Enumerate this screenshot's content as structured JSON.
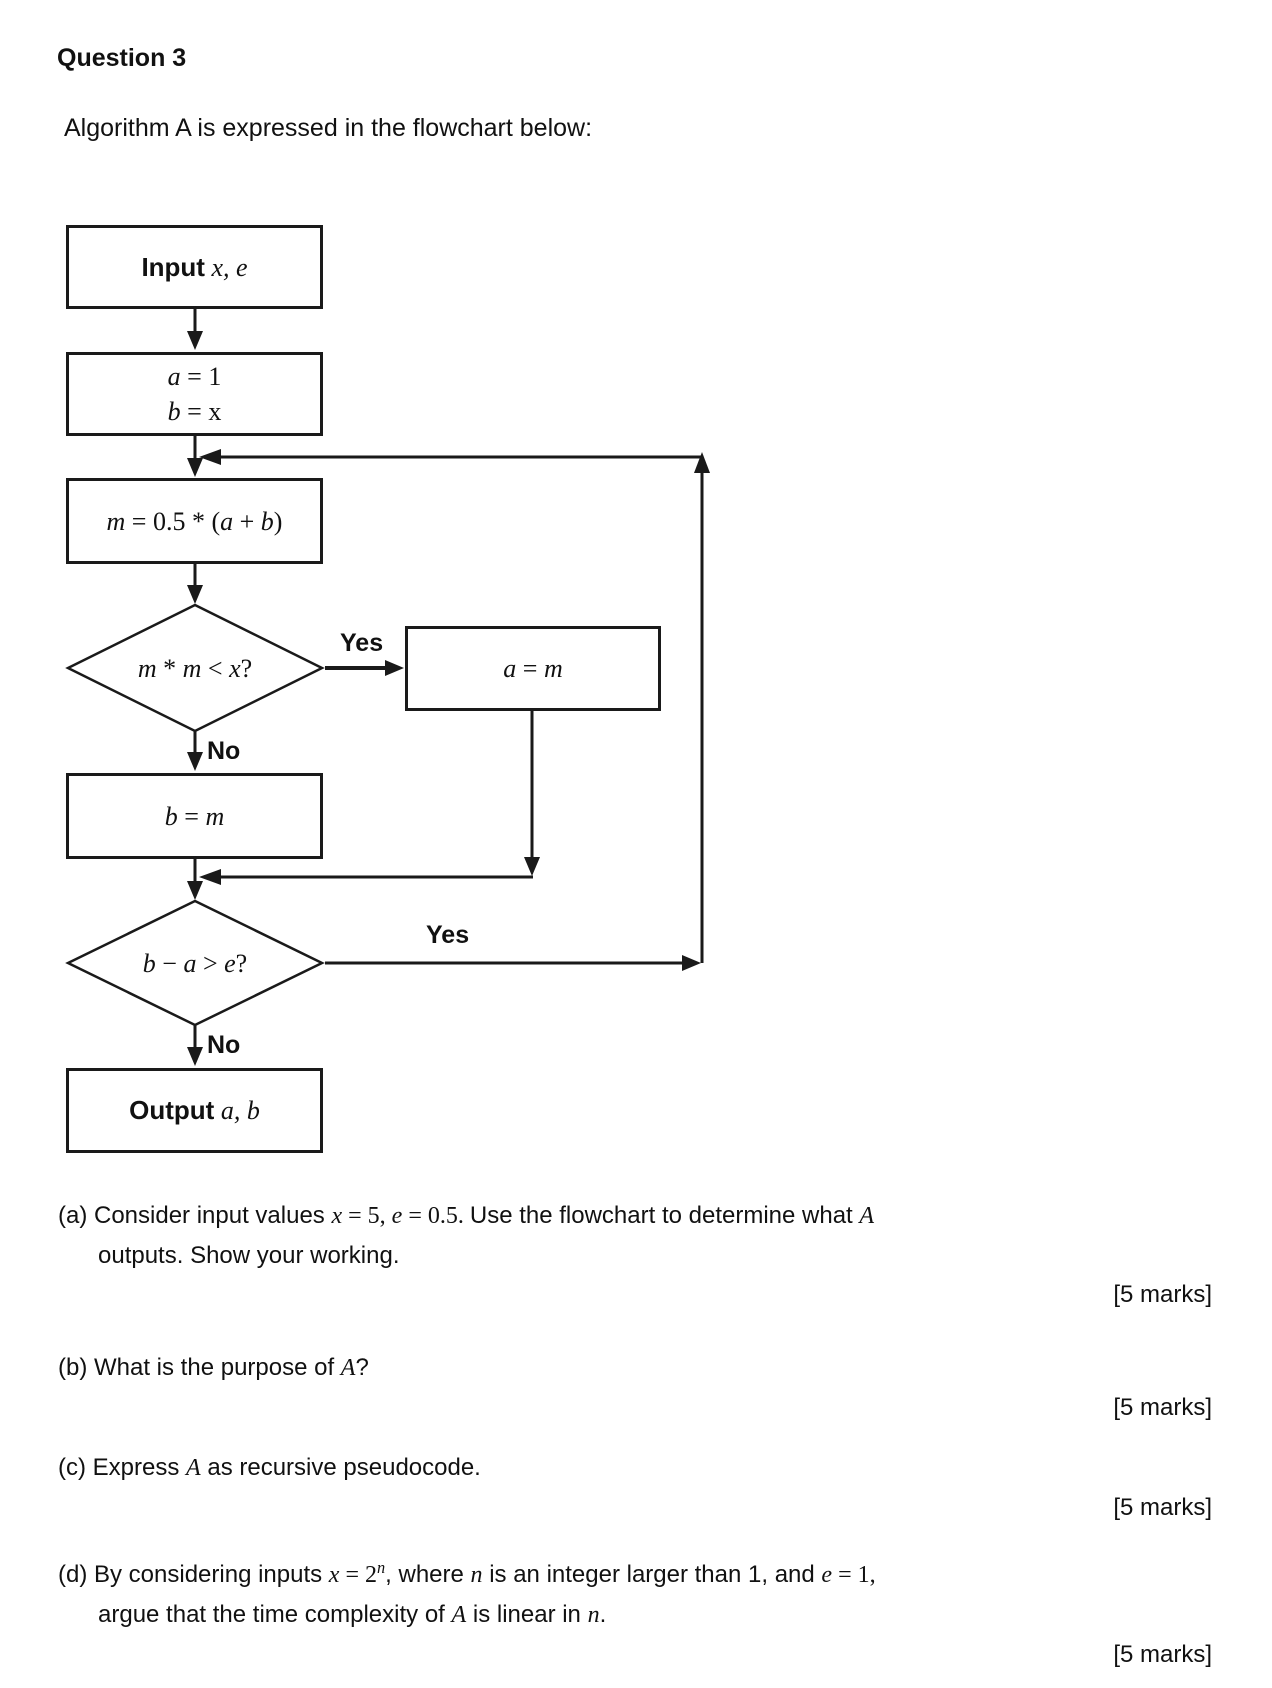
{
  "page": {
    "title": "Question 3",
    "intro": "Algorithm A is expressed in the flowchart below:"
  },
  "flowchart": {
    "nodes": {
      "input": [
        [
          "b",
          "Input"
        ],
        [
          "i",
          " x, e"
        ]
      ],
      "init_lines": [
        [
          [
            "i",
            "a"
          ],
          [
            "r",
            " = 1"
          ]
        ],
        [
          [
            "i",
            "b"
          ],
          [
            "r",
            " = x"
          ]
        ]
      ],
      "midpoint": [
        [
          "i",
          "m"
        ],
        [
          "r",
          " = 0.5 * ("
        ],
        [
          "i",
          "a"
        ],
        [
          "r",
          " + "
        ],
        [
          "i",
          "b"
        ],
        [
          "r",
          ")"
        ]
      ],
      "decision1": [
        [
          "i",
          "m"
        ],
        [
          "r",
          " * "
        ],
        [
          "i",
          "m"
        ],
        [
          "r",
          " < "
        ],
        [
          "i",
          "x"
        ],
        [
          "r",
          "?"
        ]
      ],
      "assign_a": [
        [
          "i",
          "a"
        ],
        [
          "r",
          " = "
        ],
        [
          "i",
          "m"
        ]
      ],
      "assign_b": [
        [
          "i",
          "b"
        ],
        [
          "r",
          " = "
        ],
        [
          "i",
          "m"
        ]
      ],
      "decision2": [
        [
          "i",
          "b"
        ],
        [
          "r",
          " − "
        ],
        [
          "i",
          "a"
        ],
        [
          "r",
          " > "
        ],
        [
          "i",
          "e"
        ],
        [
          "r",
          "?"
        ]
      ],
      "output": [
        [
          "b",
          "Output"
        ],
        [
          "i",
          " a, b"
        ]
      ]
    },
    "labels": {
      "yes1": "Yes",
      "no1": "No",
      "yes2": "Yes",
      "no2": "No"
    }
  },
  "questions": [
    {
      "lines": [
        [
          [
            "t",
            "(a) Consider input values "
          ],
          [
            "i",
            "x"
          ],
          [
            "r",
            " = 5, "
          ],
          [
            "i",
            "e"
          ],
          [
            "r",
            " = 0.5. "
          ],
          [
            "t",
            "Use the flowchart to determine what "
          ],
          [
            "i",
            "A"
          ]
        ],
        [
          [
            "t",
            "outputs. Show your working."
          ]
        ]
      ],
      "marks": "[5 marks]"
    },
    {
      "lines": [
        [
          [
            "t",
            "(b) What is the purpose of "
          ],
          [
            "i",
            "A"
          ],
          [
            "t",
            "?"
          ]
        ]
      ],
      "marks": "[5 marks]"
    },
    {
      "lines": [
        [
          [
            "t",
            "(c) Express "
          ],
          [
            "i",
            "A"
          ],
          [
            "t",
            " as recursive pseudocode."
          ]
        ]
      ],
      "marks": "[5 marks]"
    },
    {
      "lines": [
        [
          [
            "t",
            "(d) By considering inputs "
          ],
          [
            "i",
            "x"
          ],
          [
            "r",
            " = 2"
          ],
          [
            "si",
            "n"
          ],
          [
            "t",
            ", where "
          ],
          [
            "i",
            "n"
          ],
          [
            "t",
            " is an integer larger than 1, and "
          ],
          [
            "i",
            "e"
          ],
          [
            "r",
            " = 1,"
          ]
        ],
        [
          [
            "t",
            "argue that the time complexity of "
          ],
          [
            "i",
            "A"
          ],
          [
            "t",
            " is linear in "
          ],
          [
            "i",
            "n"
          ],
          [
            "t",
            "."
          ]
        ]
      ],
      "marks": "[5 marks]"
    }
  ]
}
